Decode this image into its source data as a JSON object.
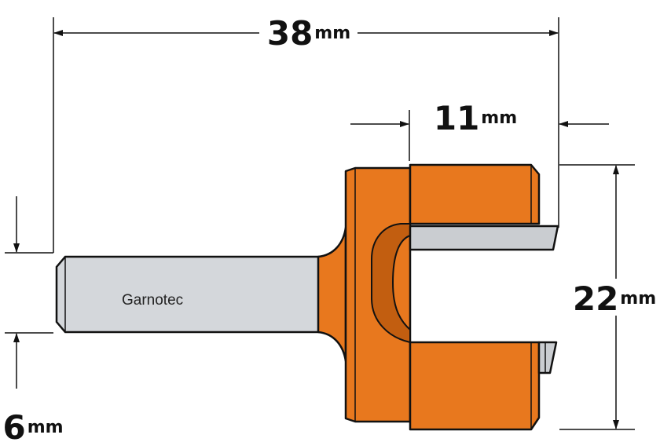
{
  "brand": "Garnotec",
  "dimensions": {
    "overall_length": {
      "value": "38",
      "unit": "mm"
    },
    "cutter_length": {
      "value": "11",
      "unit": "mm"
    },
    "cutter_diameter": {
      "value": "22",
      "unit": "mm"
    },
    "shank_diameter": {
      "value": "6",
      "unit": "mm"
    }
  },
  "colors": {
    "body": "#E8781E",
    "body_dark": "#C25E10",
    "shank": "#D4D7DB",
    "blade": "#CACDD1",
    "line": "#111111"
  }
}
